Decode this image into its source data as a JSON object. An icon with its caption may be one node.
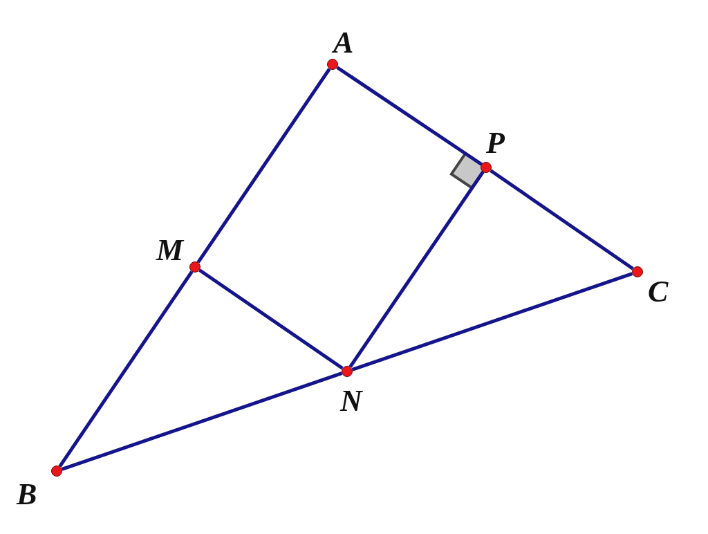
{
  "diagram": {
    "nodes": [
      {
        "text": [
          "A"
        ]
      },
      {
        "text": [
          "P"
        ]
      },
      {
        "text": [
          "C"
        ]
      },
      {
        "text": [
          "M"
        ]
      },
      {
        "text": [
          "N"
        ]
      },
      {
        "text": [
          "B"
        ]
      }
    ],
    "edges": [
      {
        "from": 0,
        "to": 3,
        "arrow": "none"
      },
      {
        "from": 3,
        "to": 5,
        "arrow": "none"
      },
      {
        "from": 5,
        "to": 4,
        "arrow": "none"
      },
      {
        "from": 4,
        "to": 2,
        "arrow": "none"
      },
      {
        "from": 0,
        "to": 1,
        "arrow": "none"
      },
      {
        "from": 1,
        "to": 2,
        "arrow": "none"
      },
      {
        "from": 3,
        "to": 4,
        "arrow": "none"
      },
      {
        "from": 4,
        "to": 1,
        "arrow": "none"
      }
    ]
  }
}
